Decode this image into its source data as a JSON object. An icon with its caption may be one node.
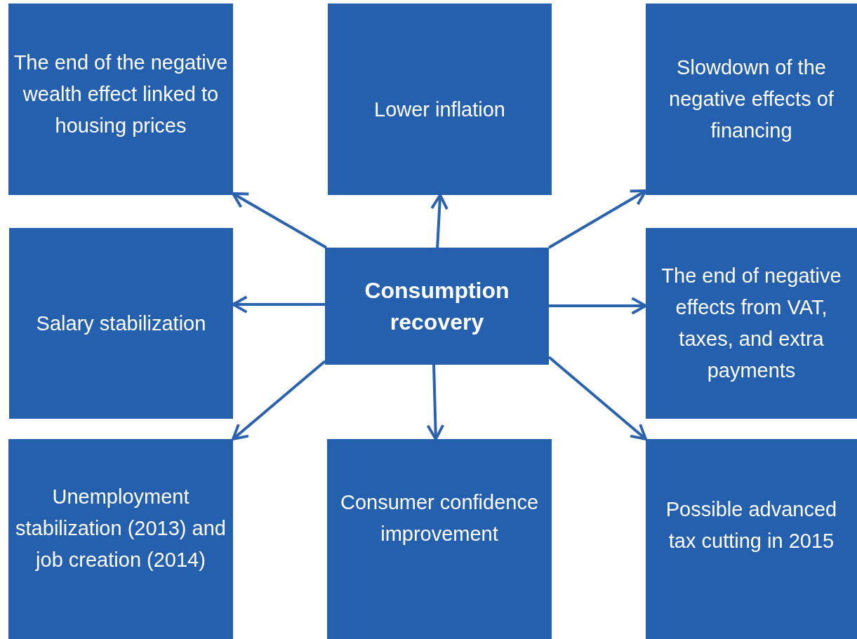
{
  "diagram": {
    "nodes": [
      {
        "text": [
          "The end of the negative wealth effect linked to housing prices"
        ]
      },
      {
        "text": [
          "Lower inflation"
        ]
      },
      {
        "text": [
          "Slowdown of the negative effects of financing"
        ]
      },
      {
        "text": [
          "Salary stabilization"
        ]
      },
      {
        "text": [
          "Consumption recovery"
        ]
      },
      {
        "text": [
          "The end of negative effects from VAT, taxes, and extra payments"
        ]
      },
      {
        "text": [
          "Unemployment stabilization (2013) and job creation (2014)"
        ]
      },
      {
        "text": [
          "Consumer confidence improvement"
        ]
      },
      {
        "text": [
          "Possible advanced tax cutting in 2015"
        ]
      }
    ],
    "edges": [
      {
        "from": 4,
        "to": 0,
        "arrow": "to"
      },
      {
        "from": 4,
        "to": 1,
        "arrow": "to"
      },
      {
        "from": 4,
        "to": 2,
        "arrow": "to"
      },
      {
        "from": 4,
        "to": 3,
        "arrow": "to"
      },
      {
        "from": 4,
        "to": 5,
        "arrow": "to"
      },
      {
        "from": 4,
        "to": 6,
        "arrow": "to"
      },
      {
        "from": 4,
        "to": 7,
        "arrow": "to"
      },
      {
        "from": 4,
        "to": 8,
        "arrow": "to"
      }
    ]
  }
}
